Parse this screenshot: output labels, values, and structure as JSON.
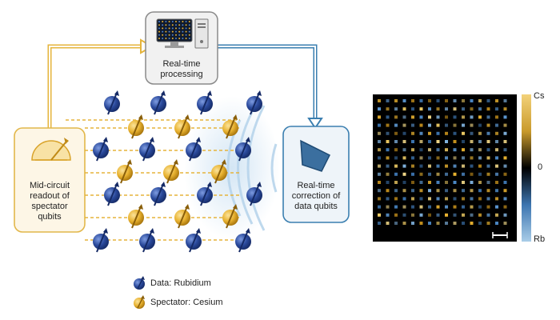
{
  "processing": {
    "label_line1": "Real-time",
    "label_line2": "processing"
  },
  "readout": {
    "line1": "Mid-circuit",
    "line2": "readout of",
    "line3": "spectator",
    "line4": "qubits"
  },
  "correction": {
    "line1": "Real-time",
    "line2": "correction of",
    "line3": "data qubits"
  },
  "legend": {
    "data": "Data: Rubidium",
    "spectator": "Spectator: Cesium"
  },
  "colorbar": {
    "top": "Cs",
    "middle": "0",
    "bottom": "Rb"
  },
  "colors": {
    "gold": "#e8b230",
    "gold_dark": "#b07d0e",
    "blue": "#2b4a9c",
    "blue_dark": "#152a66",
    "teal": "#3b7fb0",
    "box_border": "#e2b74a",
    "box_fill": "#fdf6e6"
  },
  "icons": [
    "computer-icon",
    "gauge-icon",
    "mirror-icon",
    "atom-icon"
  ]
}
